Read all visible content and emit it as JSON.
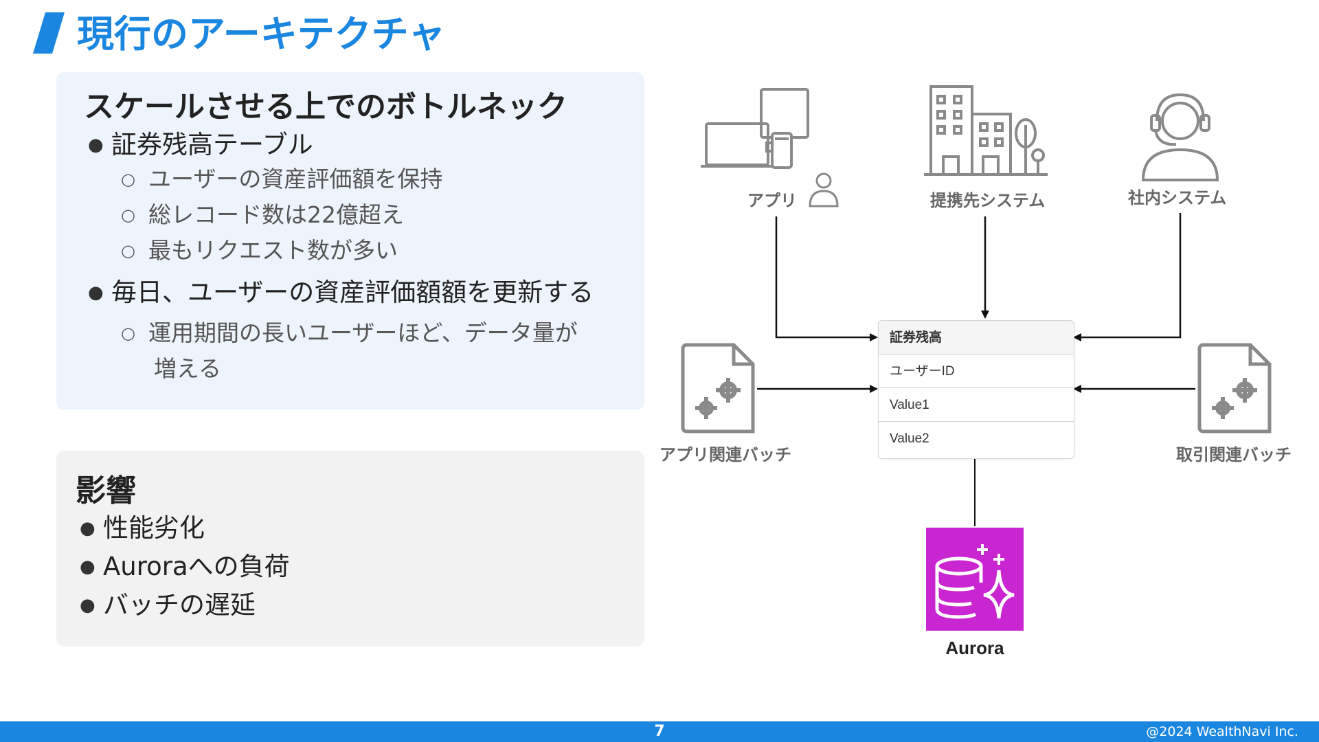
{
  "slide": {
    "title": "現行のアーキテクチャ",
    "page_number": "7",
    "copyright": "@2024 WealthNavi Inc."
  },
  "bottleneck": {
    "heading": "スケールさせる上でのボトルネック",
    "items": [
      {
        "text": "証券残高テーブル",
        "sub": [
          "ユーザーの資産評価額を保持",
          "総レコード数は22億超え",
          "最もリクエスト数が多い"
        ]
      },
      {
        "text": "毎日、ユーザーの資産評価額額を更新する",
        "sub": [
          "運用期間の長いユーザーほど、データ量が",
          "増える"
        ]
      }
    ]
  },
  "impact": {
    "heading": "影響",
    "items": [
      "性能劣化",
      "Auroraへの負荷",
      "バッチの遅延"
    ]
  },
  "diagram": {
    "nodes": {
      "app": "アプリ",
      "partner": "提携先システム",
      "internal": "社内システム",
      "app_batch": "アプリ関連バッチ",
      "trade_batch": "取引関連バッチ",
      "aurora": "Aurora"
    },
    "table": {
      "name": "証券残高",
      "rows": [
        "ユーザーID",
        "Value1",
        "Value2"
      ]
    },
    "colors": {
      "accent": "#1a86e0",
      "aurora": "#c925d1",
      "icon_gray": "#8a8a8a"
    }
  }
}
